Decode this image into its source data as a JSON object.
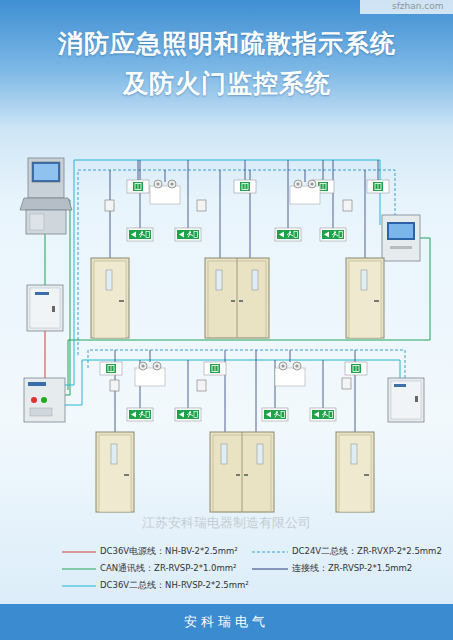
{
  "diagram": {
    "title": "消防应急照明和疏散指示系统 及防火门监控系统",
    "nodes": [
      {
        "text": [
          "安科瑞电气"
        ]
      }
    ],
    "labels": [
      "sfzhan.com",
      "江苏安科瑞电器制造有限公司"
    ],
    "legend": [
      {
        "text": "DC36V电源线：NH-BV-2*2.5mm²"
      },
      {
        "text": "DC24V二总线：ZR-RVXP-2*2.5mm2"
      },
      {
        "text": "CAN通讯线：ZR-RVSP-2*1.0mm²"
      },
      {
        "text": "连接线：ZR-RVSP-2*1.5mm2"
      },
      {
        "text": "DC36V二总线：NH-RVSP-2*2.5mm²"
      }
    ]
  }
}
